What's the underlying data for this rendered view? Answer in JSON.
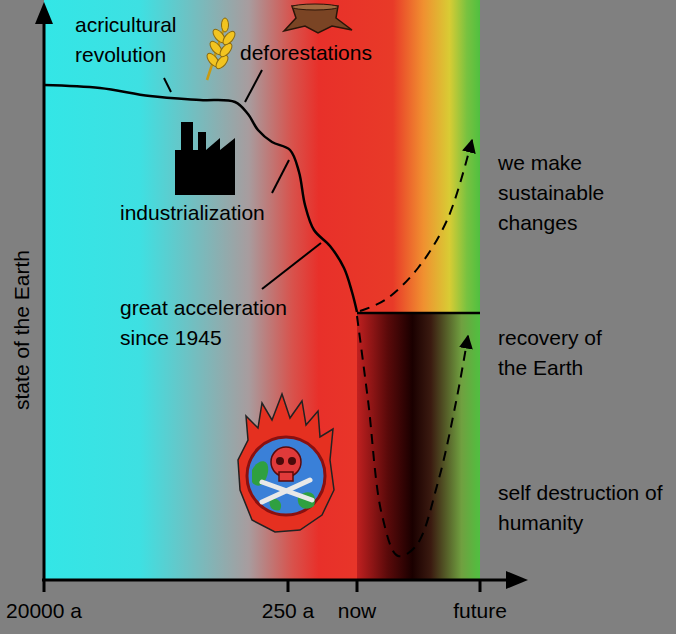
{
  "diagram": {
    "labels": [
      "acricultural revolution",
      "deforestations",
      "industrialization",
      "great acceleration since 1945",
      "we make sustainable changes",
      "recovery of the Earth",
      "self destruction of humanity",
      "state of the Earth",
      "20000 a",
      "250 a",
      "now",
      "future"
    ]
  }
}
